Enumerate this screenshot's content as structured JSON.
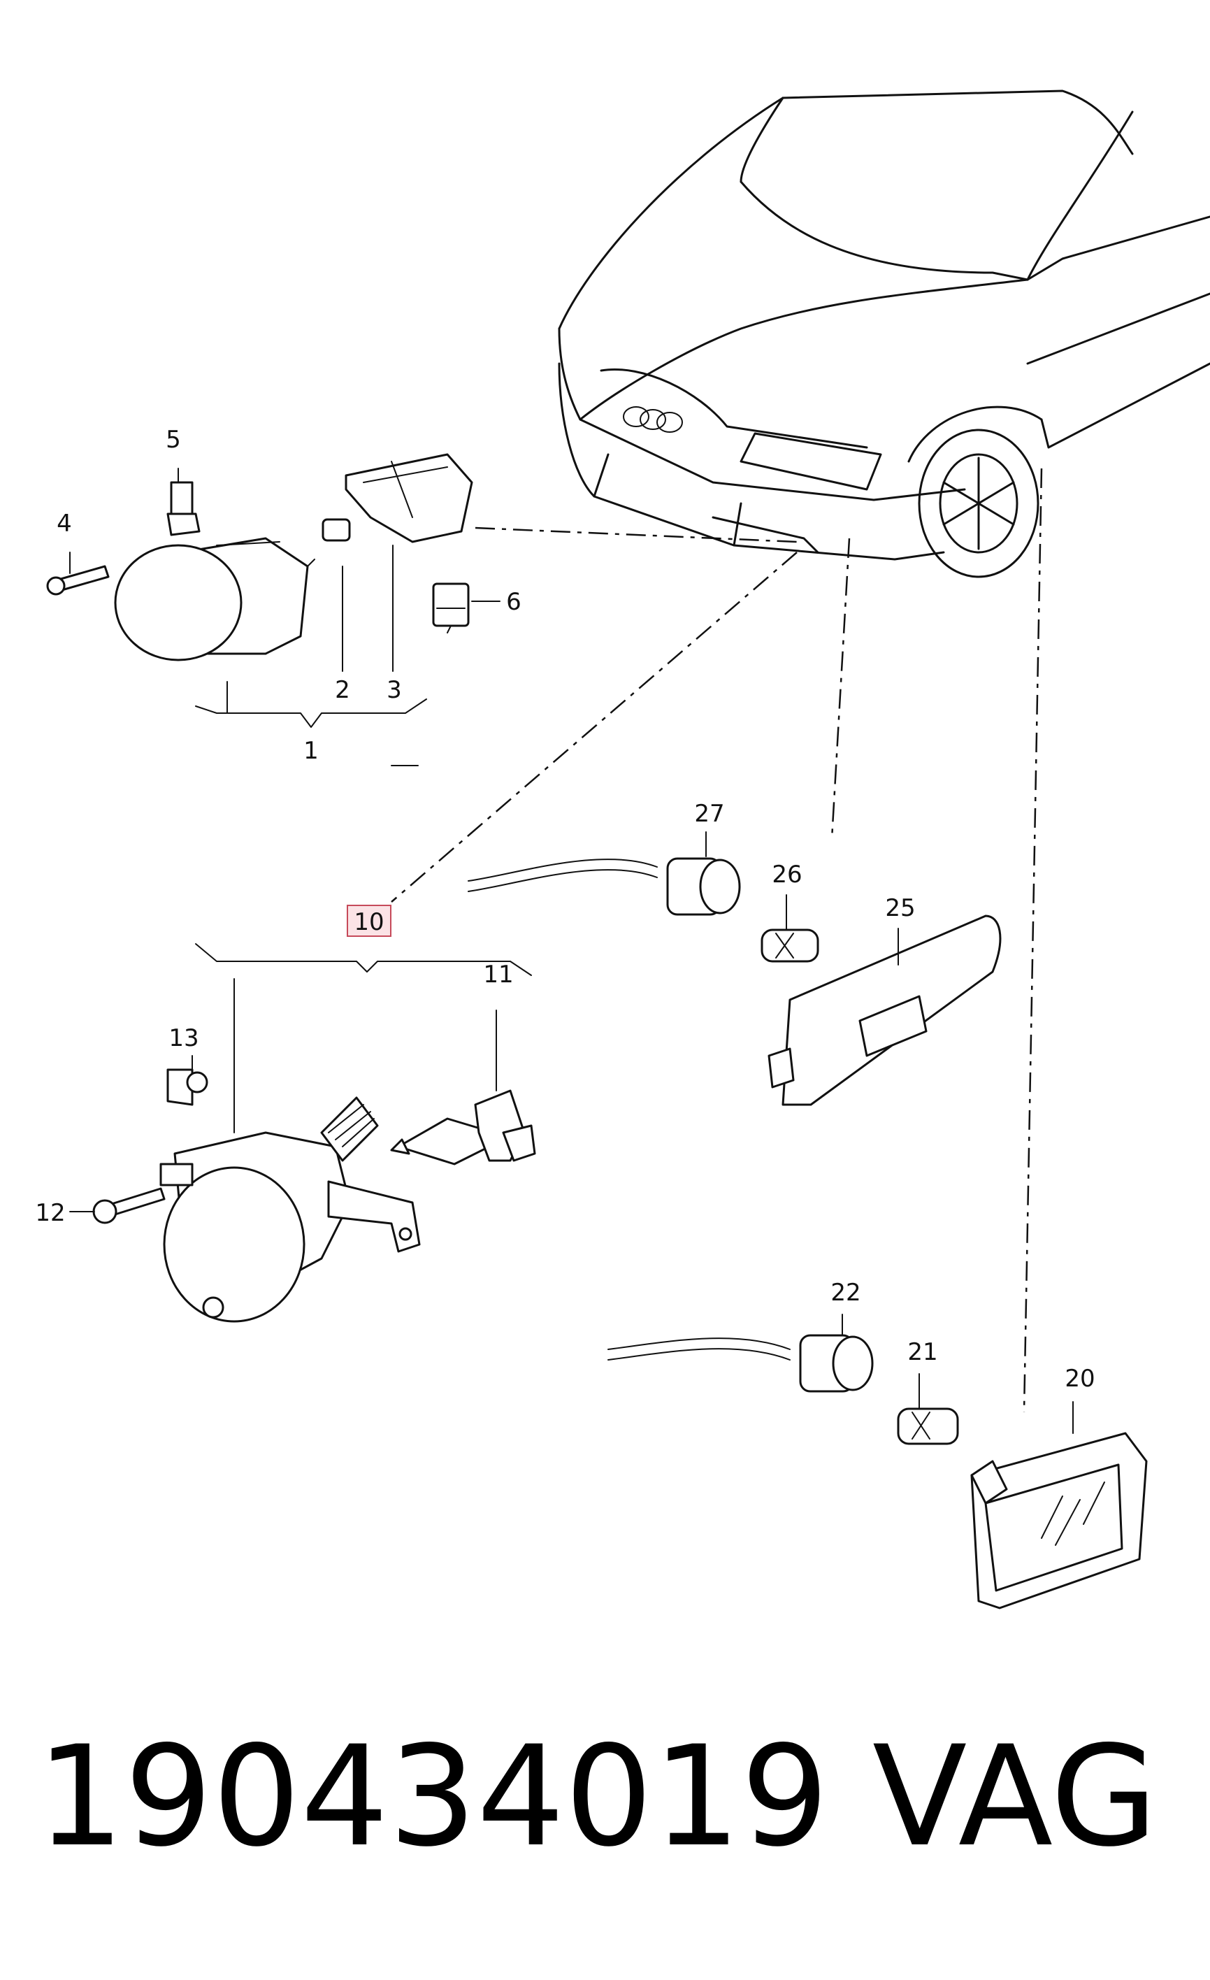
{
  "callouts": [
    "1",
    "2",
    "3",
    "4",
    "5",
    "6",
    "10",
    "11",
    "12",
    "13",
    "20",
    "21",
    "22",
    "25",
    "26",
    "27"
  ],
  "highlighted_callout": "10",
  "footer": {
    "part_number": "190434019",
    "brand": "VAG"
  }
}
